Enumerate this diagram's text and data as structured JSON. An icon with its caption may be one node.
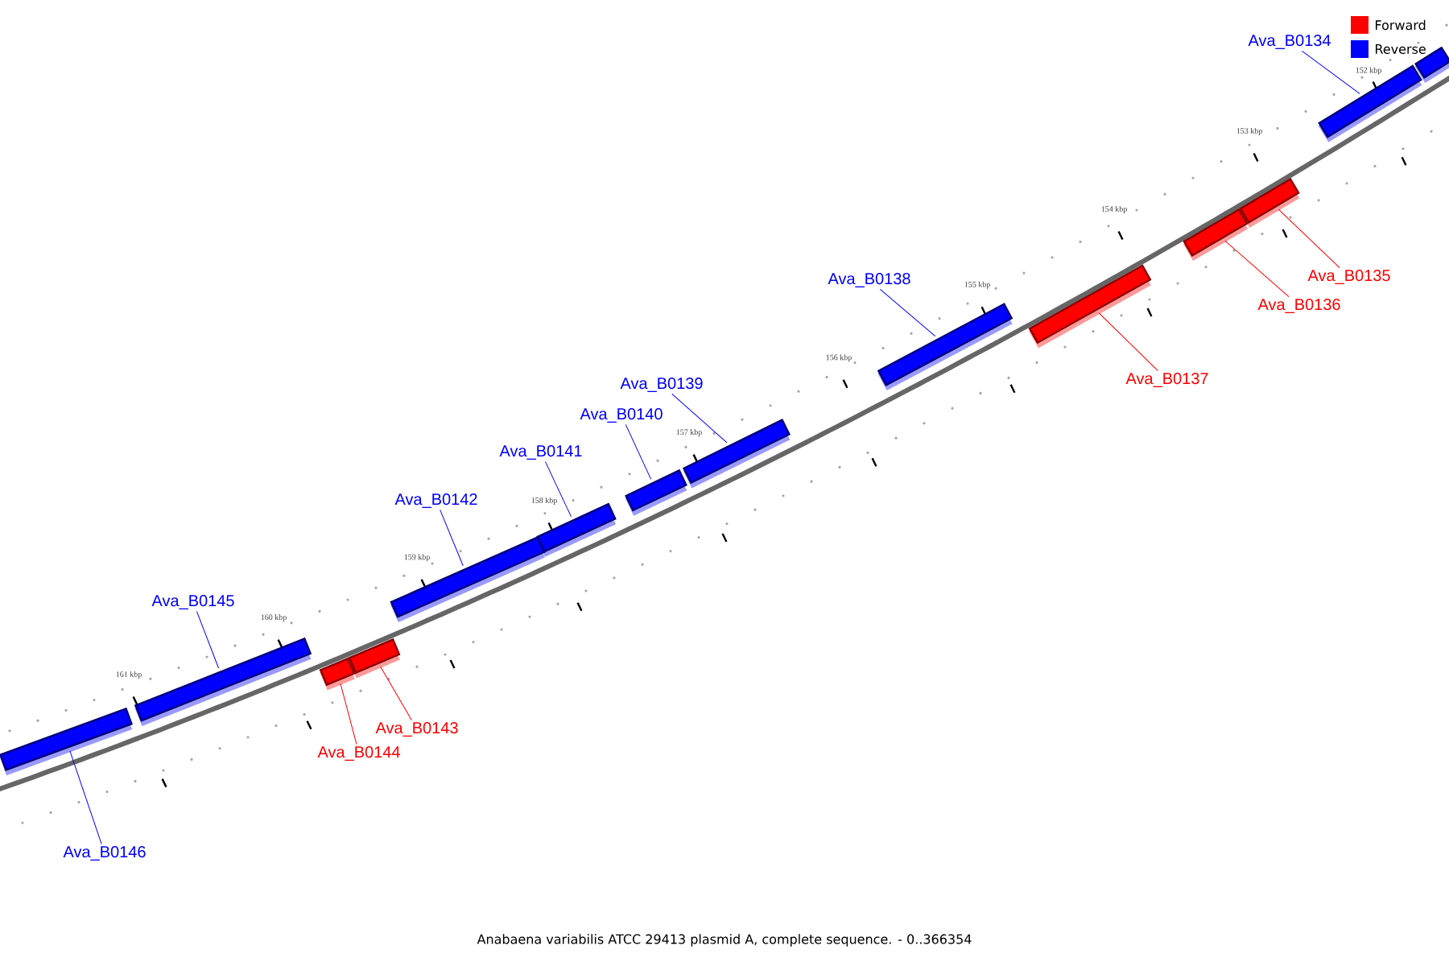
{
  "diagram": {
    "caption": "Anabaena variabilis ATCC 29413 plasmid A, complete sequence. - 0..366354",
    "nodes": [
      {
        "text": [
          "Ava_B0134"
        ]
      },
      {
        "text": [],
        "shape": "bar"
      },
      {
        "text": [
          "Ava_B0135"
        ]
      },
      {
        "text": [],
        "shape": "bar"
      },
      {
        "text": [
          "Ava_B0136"
        ]
      },
      {
        "text": [],
        "shape": "bar"
      },
      {
        "text": [
          "Ava_B0137"
        ]
      },
      {
        "text": [],
        "shape": "bar"
      },
      {
        "text": [
          "Ava_B0138"
        ]
      },
      {
        "text": [],
        "shape": "bar"
      },
      {
        "text": [
          "Ava_B0139"
        ]
      },
      {
        "text": [],
        "shape": "bar"
      },
      {
        "text": [
          "Ava_B0140"
        ]
      },
      {
        "text": [],
        "shape": "bar"
      },
      {
        "text": [
          "Ava_B0141"
        ]
      },
      {
        "text": [],
        "shape": "bar"
      },
      {
        "text": [
          "Ava_B0142"
        ]
      },
      {
        "text": [],
        "shape": "bar"
      },
      {
        "text": [
          "Ava_B0143"
        ]
      },
      {
        "text": [],
        "shape": "bar"
      },
      {
        "text": [
          "Ava_B0144"
        ]
      },
      {
        "text": [],
        "shape": "bar"
      },
      {
        "text": [
          "Ava_B0145"
        ]
      },
      {
        "text": [],
        "shape": "bar"
      },
      {
        "text": [
          "Ava_B0146"
        ]
      },
      {
        "text": [],
        "shape": "bar"
      },
      {
        "text": [],
        "shape": "bar"
      }
    ],
    "edges": [
      {
        "from": 0,
        "to": 1,
        "arrow": "none"
      },
      {
        "from": 2,
        "to": 3,
        "arrow": "none",
        "color": "#ff0000"
      },
      {
        "from": 4,
        "to": 5,
        "arrow": "none",
        "color": "#ff0000"
      },
      {
        "from": 6,
        "to": 7,
        "arrow": "none",
        "color": "#ff0000"
      },
      {
        "from": 8,
        "to": 9,
        "arrow": "none"
      },
      {
        "from": 10,
        "to": 11,
        "arrow": "none"
      },
      {
        "from": 12,
        "to": 13,
        "arrow": "none"
      },
      {
        "from": 14,
        "to": 15,
        "arrow": "none"
      },
      {
        "from": 16,
        "to": 17,
        "arrow": "none"
      },
      {
        "from": 18,
        "to": 19,
        "arrow": "none",
        "color": "#ff0000"
      },
      {
        "from": 20,
        "to": 21,
        "arrow": "none",
        "color": "#ff0000"
      },
      {
        "from": 22,
        "to": 23,
        "arrow": "none"
      },
      {
        "from": 24,
        "to": 25,
        "arrow": "none"
      }
    ],
    "labels": [
      "152 kbp",
      "153 kbp",
      "154 kbp",
      "155 kbp",
      "156 kbp",
      "157 kbp",
      "158 kbp",
      "159 kbp",
      "160 kbp",
      "161 kbp"
    ],
    "legend": [
      {
        "text": "Forward",
        "color": "#ff0000"
      },
      {
        "text": "Reverse",
        "color": "#0000ff"
      }
    ]
  }
}
